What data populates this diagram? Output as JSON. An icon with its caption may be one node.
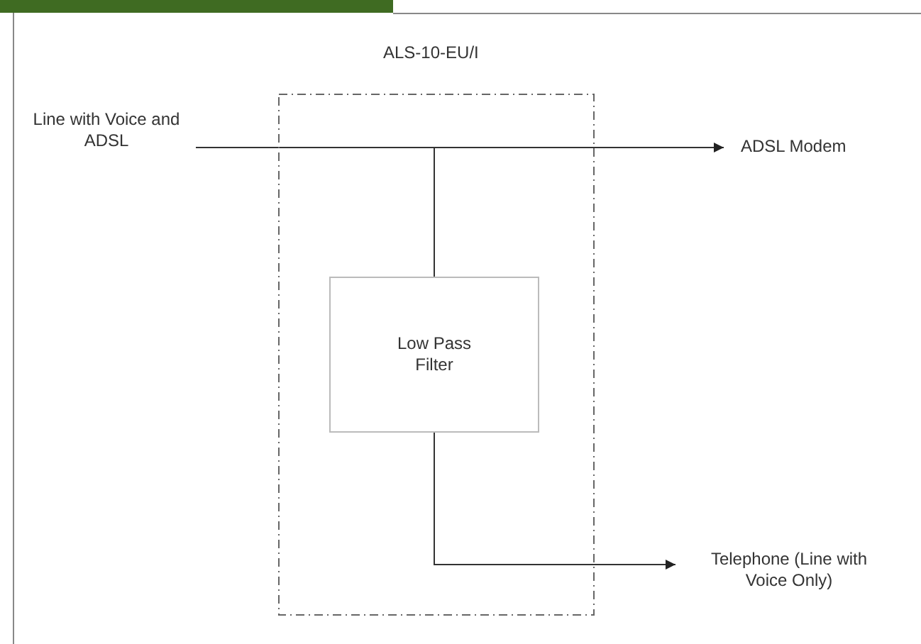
{
  "diagram": {
    "nodes": [
      {
        "text": [
          "ALS-10-EU/I"
        ]
      },
      {
        "text": [
          "Line with Voice and ADSL"
        ]
      },
      {
        "text": [
          "ADSL Modem"
        ]
      },
      {
        "text": [
          "Low Pass Filter"
        ],
        "in": 0
      },
      {
        "text": [
          "Telephone (Line with Voice Only)"
        ]
      }
    ],
    "edges": [
      {
        "from": 1,
        "to": 2,
        "arrow": "to"
      },
      {
        "from": 1,
        "to": 3,
        "arrow": "none"
      },
      {
        "from": 3,
        "to": 4,
        "arrow": "to"
      }
    ]
  }
}
